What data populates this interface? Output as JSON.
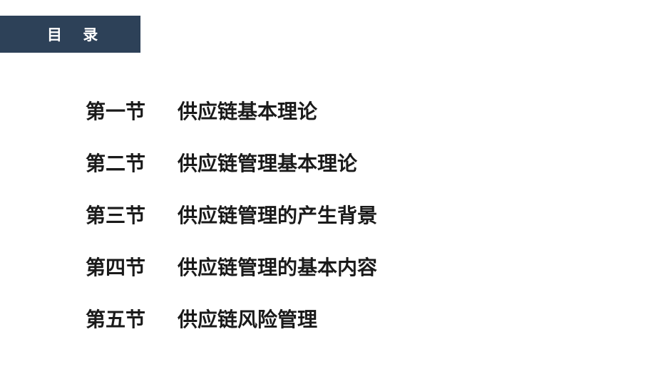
{
  "header": {
    "title": "目 录"
  },
  "toc": {
    "items": [
      {
        "section": "第一节",
        "title": "供应链基本理论"
      },
      {
        "section": "第二节",
        "title": "供应链管理基本理论"
      },
      {
        "section": "第三节",
        "title": "供应链管理的产生背景"
      },
      {
        "section": "第四节",
        "title": "供应链管理的基本内容"
      },
      {
        "section": "第五节",
        "title": "供应链风险管理"
      }
    ]
  },
  "colors": {
    "title_bar_bg": "#2d4158",
    "title_text": "#ffffff",
    "body_text": "#1a1a1a"
  }
}
